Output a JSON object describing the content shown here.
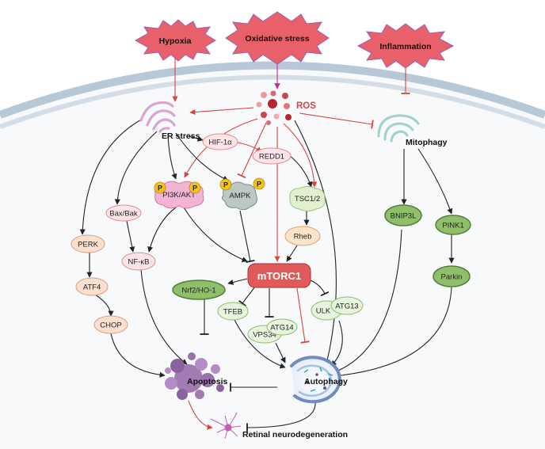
{
  "stressors": {
    "hypoxia": "Hypoxia",
    "oxidative": "Oxidative stress",
    "inflammation": "Inflammation"
  },
  "labels": {
    "ros": "ROS",
    "er_stress": "ER stress",
    "hif": "HIF-1α",
    "redd1": "REDD1",
    "pi3k": "PI3K/AKT",
    "ampk": "AMPK",
    "tsc": "TSC1/2",
    "rheb": "Rheb",
    "mtorc1": "mTORC1",
    "bax": "Bax/Bak",
    "nfkb": "NF-κB",
    "perk": "PERK",
    "atf4": "ATF4",
    "chop": "CHOP",
    "nrf2": "Nrf2/HO-1",
    "tfeb": "TFEB",
    "vps34": "VPS34",
    "atg14": "ATG14",
    "ulk": "ULK",
    "atg13": "ATG13",
    "mitophagy": "Mitophagy",
    "bnip3l": "BNIP3L",
    "pink1": "PINK1",
    "parkin": "Parkin",
    "apoptosis": "Apoptosis",
    "autophagy": "Autophagy",
    "retinal": "Retinal neurodegeneration",
    "p": "P"
  },
  "colors": {
    "arrow": "#222222",
    "red_arrow": "#d6453f",
    "magenta_arrow": "#c0328f",
    "membrane": "#b9c8d6",
    "burst": "#e8606a",
    "phospho": "#f4c21d",
    "mtorc1": "#e05a5a",
    "green_dark": "#8fbf6a",
    "green_light": "#dcefd2",
    "orange_light": "#fbe0cf",
    "pink_light": "#fde4e6"
  }
}
